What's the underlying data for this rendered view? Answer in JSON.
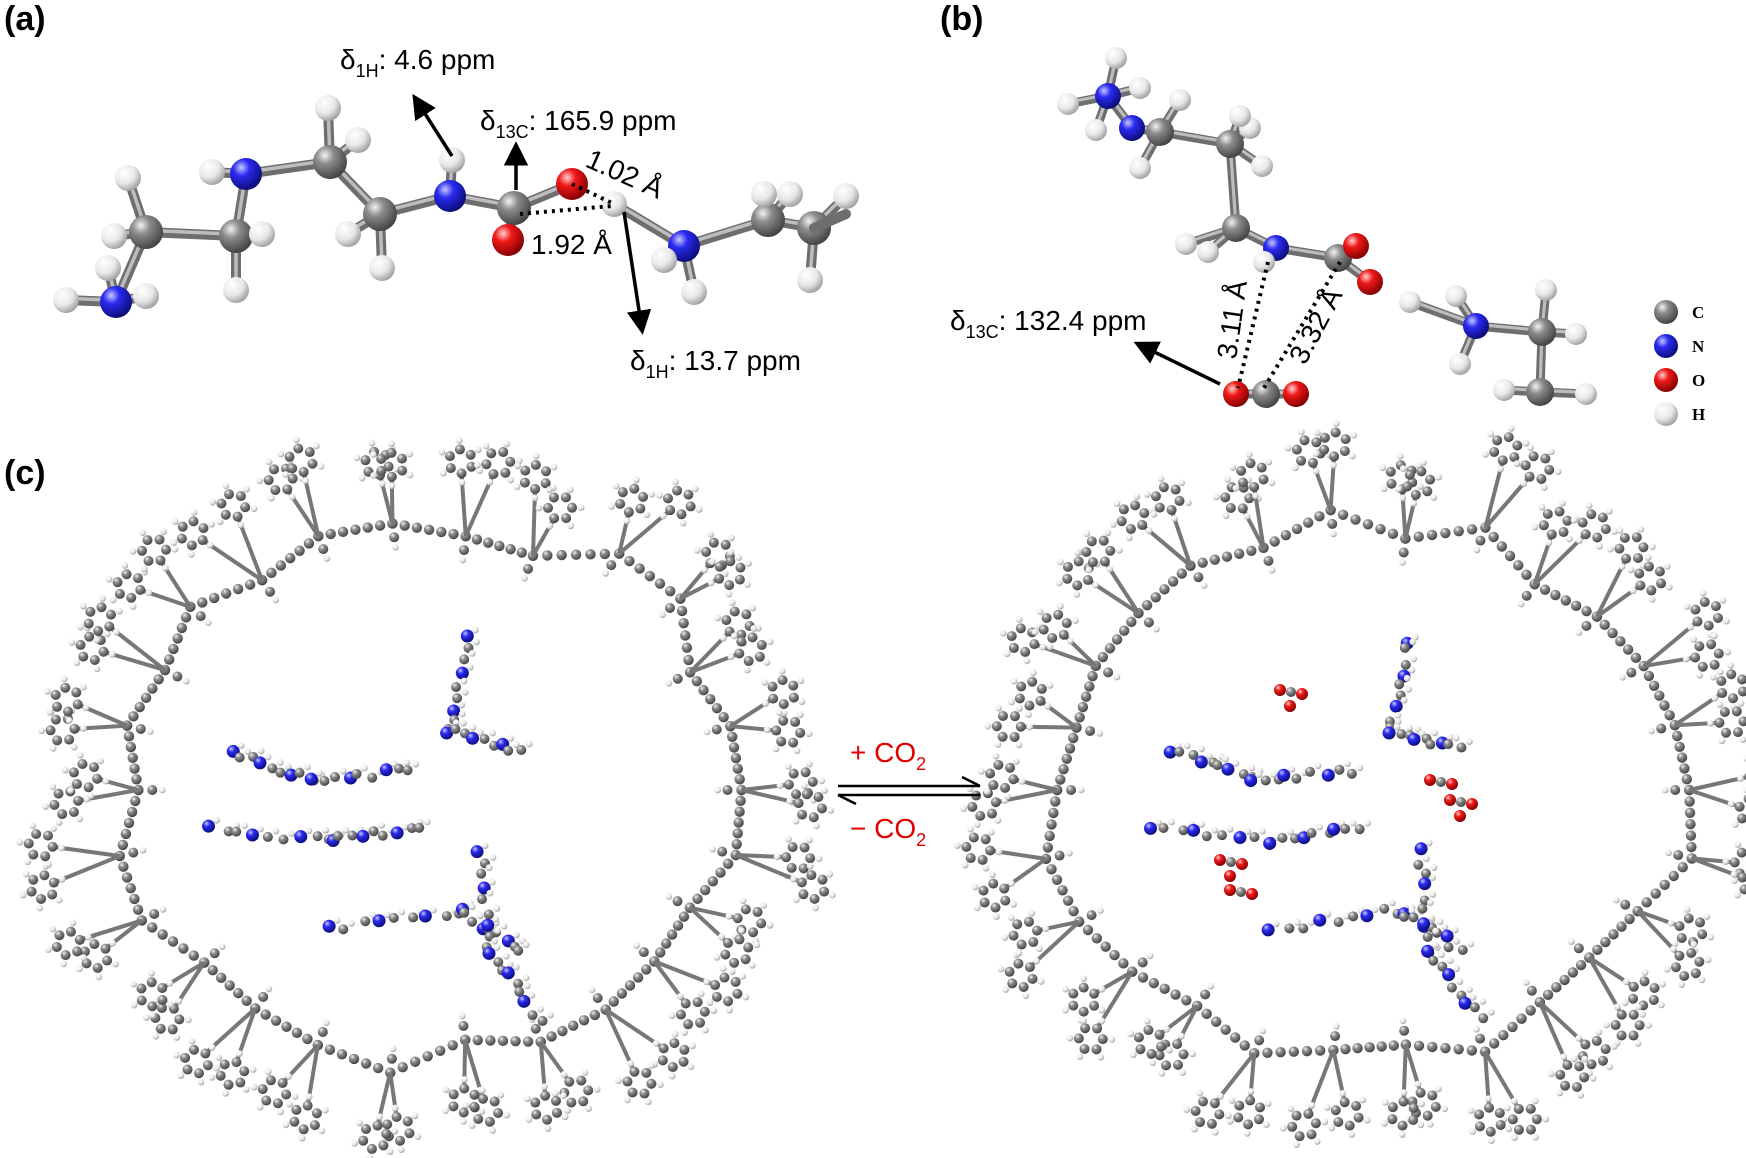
{
  "panels": {
    "a": {
      "label": "(a)",
      "delta_h_top": {
        "symbol": "δ",
        "sub": "1H",
        "value": ": 4.6 ppm"
      },
      "delta_c": {
        "symbol": "δ",
        "sub": "13C",
        "value": ": 165.9 ppm"
      },
      "delta_h_bottom": {
        "symbol": "δ",
        "sub": "1H",
        "value": ": 13.7 ppm"
      },
      "dist_oh": "1.02 Å",
      "dist_hbond": "1.92 Å"
    },
    "b": {
      "label": "(b)",
      "delta_c": {
        "symbol": "δ",
        "sub": "13C",
        "value": ": 132.4 ppm"
      },
      "dist_1": "3.11 Å",
      "dist_2": "3.32 Å"
    },
    "c": {
      "label": "(c)",
      "forward": {
        "sign": "+ CO",
        "sub": "2"
      },
      "reverse": {
        "sign": "− CO",
        "sub": "2"
      }
    }
  },
  "legend": [
    {
      "label": "C",
      "color": "#7a7a7a"
    },
    {
      "label": "N",
      "color": "#1a1ad8"
    },
    {
      "label": "O",
      "color": "#e01010"
    },
    {
      "label": "H",
      "color": "#e6e6e6"
    }
  ],
  "colors": {
    "carbon": "#7a7a7a",
    "nitrogen": "#1a1ad8",
    "oxygen": "#e01010",
    "hydrogen": "#e6e6e6",
    "co2_label": "#e00000"
  }
}
